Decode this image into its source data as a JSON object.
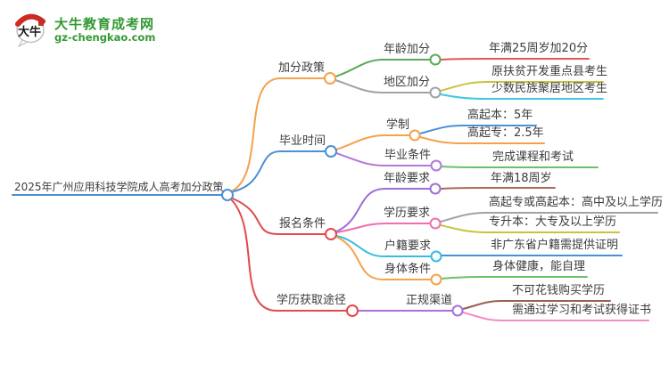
{
  "logo": {
    "icon_text": "大牛",
    "brand_name": "大牛教育成考网",
    "brand_url": "gz-chengkao.com",
    "brand_color": "#339933"
  },
  "mindmap": {
    "root": {
      "label": "2025年广州应用科技学院成人高考加分政策",
      "color": "#4a90d5"
    },
    "branches": [
      {
        "label": "加分政策",
        "color": "#f5a24c",
        "children": [
          {
            "label": "年龄加分",
            "color": "#5aab5a",
            "leaves": [
              {
                "label": "年满25周岁加20分",
                "color": "#e25852"
              }
            ]
          },
          {
            "label": "地区加分",
            "color": "#9da3a8",
            "leaves": [
              {
                "label": "原扶贫开发重点县考生",
                "color": "#c9c43e"
              },
              {
                "label": "少数民族聚居地区考生",
                "color": "#3fc8e0"
              }
            ]
          }
        ]
      },
      {
        "label": "毕业时间",
        "color": "#4a90d5",
        "children": [
          {
            "label": "学制",
            "color": "#f5a24c",
            "leaves": [
              {
                "label": "高起本：5年",
                "color": "#4a90d5"
              },
              {
                "label": "高起专：2.5年",
                "color": "#f5a24c"
              }
            ]
          },
          {
            "label": "毕业条件",
            "color": "#b478d8",
            "leaves": [
              {
                "label": "完成课程和考试",
                "color": "#6cc069"
              }
            ]
          }
        ]
      },
      {
        "label": "报名条件",
        "color": "#e14b4b",
        "children": [
          {
            "label": "年龄要求",
            "color": "#9d6fd2",
            "leaves": [
              {
                "label": "年满18周岁",
                "color": "#b2665a"
              }
            ]
          },
          {
            "label": "学历要求",
            "color": "#f06eb2",
            "leaves": [
              {
                "label": "高起专或高起本：高中及以上学历",
                "color": "#9da3a8"
              },
              {
                "label": "专升本：大专及以上学历",
                "color": "#c9c43e"
              }
            ]
          },
          {
            "label": "户籍要求",
            "color": "#38bce0",
            "leaves": [
              {
                "label": "非广东省户籍需提供证明",
                "color": "#4a90d5"
              }
            ]
          },
          {
            "label": "身体条件",
            "color": "#f5a24c",
            "leaves": [
              {
                "label": "身体健康，能自理",
                "color": "#6cc069"
              }
            ]
          }
        ]
      },
      {
        "label": "学历获取途径",
        "color": "#e14b4b",
        "children": [
          {
            "label": "正规渠道",
            "color": "#a970dc",
            "leaves": [
              {
                "label": "不可花钱购买学历",
                "color": "#96604e"
              },
              {
                "label": "需通过学习和考试获得证书",
                "color": "#f48cc8"
              }
            ]
          }
        ]
      }
    ]
  }
}
